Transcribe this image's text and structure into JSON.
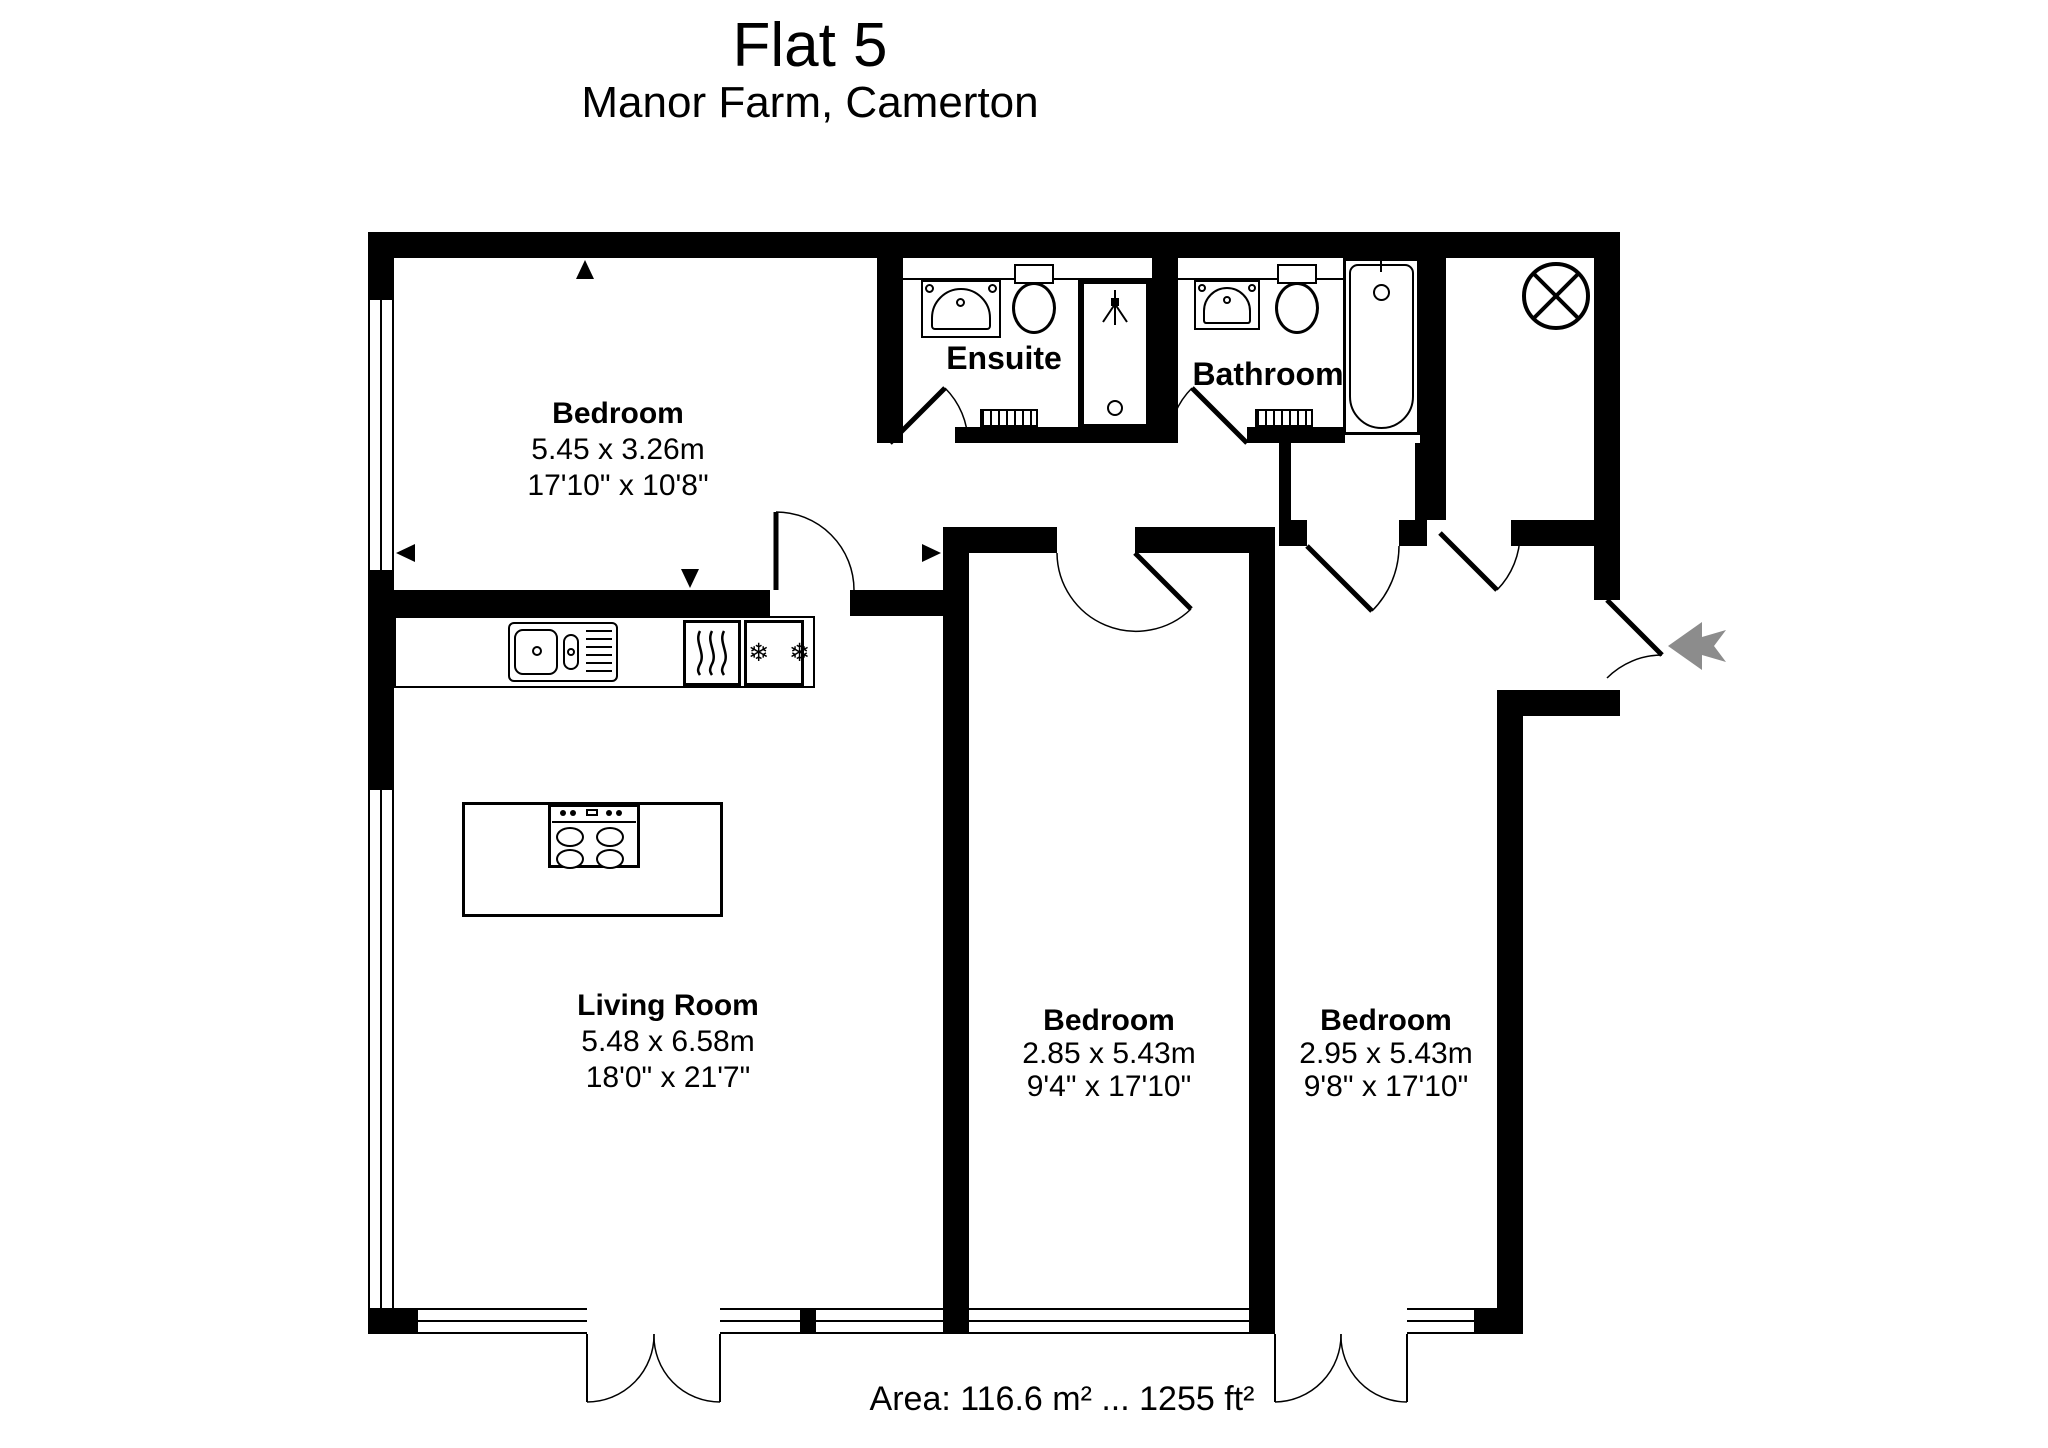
{
  "title": {
    "line1": "Flat 5",
    "line2": "Manor Farm, Camerton"
  },
  "rooms": {
    "bedroom1": {
      "name": "Bedroom",
      "metric": "5.45 x 3.26m",
      "imperial": "17'10\" x 10'8\""
    },
    "ensuite": {
      "name": "Ensuite"
    },
    "bathroom": {
      "name": "Bathroom"
    },
    "living": {
      "name": "Living Room",
      "metric": "5.48 x 6.58m",
      "imperial": "18'0\" x 21'7\""
    },
    "bedroom2": {
      "name": "Bedroom",
      "metric": "2.85 x 5.43m",
      "imperial": "9'4\" x 17'10\""
    },
    "bedroom3": {
      "name": "Bedroom",
      "metric": "2.95 x 5.43m",
      "imperial": "9'8\" x 17'10\""
    }
  },
  "footer": {
    "area_text": "Area: 116.6 m² ... 1255 ft²"
  },
  "icons": {
    "fridge_glyph": "❄ ❄",
    "extractor": "circle-cross",
    "entry": "left-arrow"
  },
  "colors": {
    "wall": "#000000",
    "background": "#ffffff",
    "entry_arrow": "#8c8c8c"
  }
}
